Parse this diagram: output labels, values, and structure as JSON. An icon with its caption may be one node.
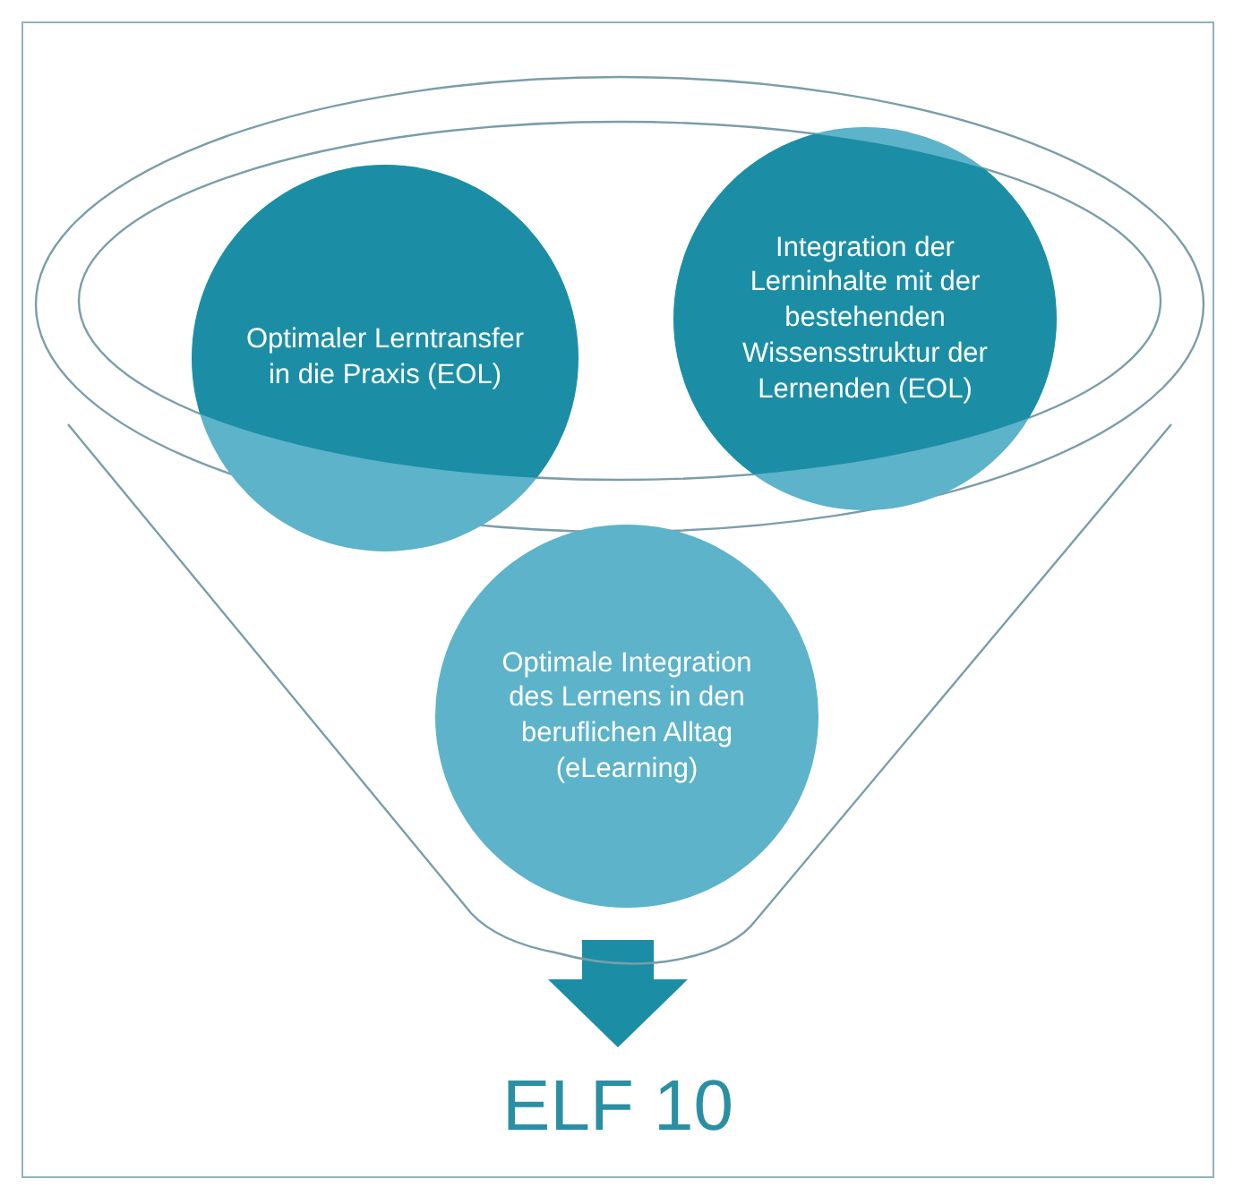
{
  "diagram": {
    "nodes": [
      {
        "text": [],
        "shape": "funnel"
      },
      {
        "text": [
          "Optimaler Lerntransfer in die Praxis (EOL)"
        ],
        "in": 0
      },
      {
        "text": [
          "Integration der Lerninhalte mit der bestehenden Wissensstruktur der Lernenden (EOL)"
        ],
        "in": 0
      },
      {
        "text": [
          "Optimale Integration des Lernens in den beruflichen Alltag (eLearning)"
        ]
      },
      {
        "text": [
          "ELF 10"
        ]
      }
    ],
    "edges": [
      {
        "from": 0,
        "to": 4,
        "arrow": "to"
      }
    ]
  }
}
